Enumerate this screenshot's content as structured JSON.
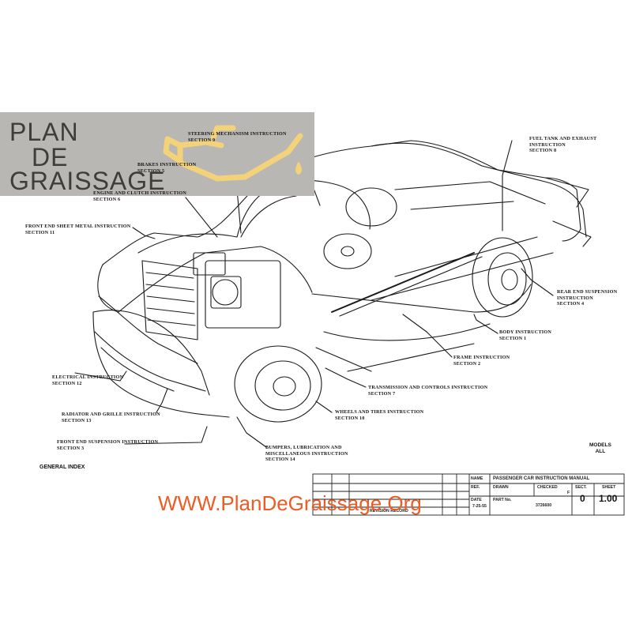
{
  "watermark": {
    "logo_lines": [
      "PLAN",
      "DE",
      "GRAISSAGE"
    ],
    "website": "WWW.PlanDeGraissage.Org",
    "logo_bg_color": "#b9b7b4",
    "logo_text_color": "#3f3d3a",
    "oil_can_color": "#f3d27a",
    "website_color": "#ec5c24"
  },
  "callouts": [
    {
      "id": "steering",
      "lines": [
        "STEERING MECHANISM INSTRUCTION",
        "SECTION 9"
      ]
    },
    {
      "id": "fuel",
      "lines": [
        "FUEL TANK AND EXHAUST",
        "INSTRUCTION",
        "SECTION 8"
      ]
    },
    {
      "id": "brakes",
      "lines": [
        "BRAKES INSTRUCTION",
        "SECTION 5"
      ]
    },
    {
      "id": "engine",
      "lines": [
        "ENGINE AND CLUTCH INSTRUCTION",
        "SECTION 6"
      ]
    },
    {
      "id": "frontsheet",
      "lines": [
        "FRONT END SHEET METAL INSTRUCTION",
        "SECTION 11"
      ]
    },
    {
      "id": "rearsusp",
      "lines": [
        "REAR END SUSPENSION",
        "INSTRUCTION",
        "SECTION 4"
      ]
    },
    {
      "id": "body",
      "lines": [
        "BODY INSTRUCTION",
        "SECTION 1"
      ]
    },
    {
      "id": "frame",
      "lines": [
        "FRAME INSTRUCTION",
        "SECTION 2"
      ]
    },
    {
      "id": "electrical",
      "lines": [
        "ELECTRICAL INSTRUCTION",
        "SECTION 12"
      ]
    },
    {
      "id": "transmission",
      "lines": [
        "TRANSMISSION AND CONTROLS INSTRUCTION",
        "SECTION 7"
      ]
    },
    {
      "id": "radiator",
      "lines": [
        "RADIATOR AND GRILLE INSTRUCTION",
        "SECTION 13"
      ]
    },
    {
      "id": "wheels",
      "lines": [
        "WHEELS AND TIRES INSTRUCTION",
        "SECTION 10"
      ]
    },
    {
      "id": "frontsusp",
      "lines": [
        "FRONT END SUSPENSION INSTRUCTION",
        "SECTION 3"
      ]
    },
    {
      "id": "bumpers",
      "lines": [
        "BUMPERS, LUBRICATION AND",
        "MISCELLANEOUS INSTRUCTION",
        "SECTION 14"
      ]
    }
  ],
  "general_index": "GENERAL INDEX",
  "models": {
    "title": "MODELS",
    "value": "ALL"
  },
  "title_block": {
    "name_label": "NAME",
    "name_value": "PASSENGER CAR INSTRUCTION MANUAL",
    "ref_label": "REF.",
    "drawn_label": "DRAWN",
    "checked_label": "CHECKED",
    "sect_label": "SECT.",
    "sheet_label": "SHEET",
    "date_label": "DATE",
    "date_value": "7-25-55",
    "part_label": "PART No.",
    "part_value": "3726600",
    "sect_value": "0",
    "sheet_value": "1.00",
    "checked_value": "F",
    "revision_label": "REVISION RECORD"
  }
}
